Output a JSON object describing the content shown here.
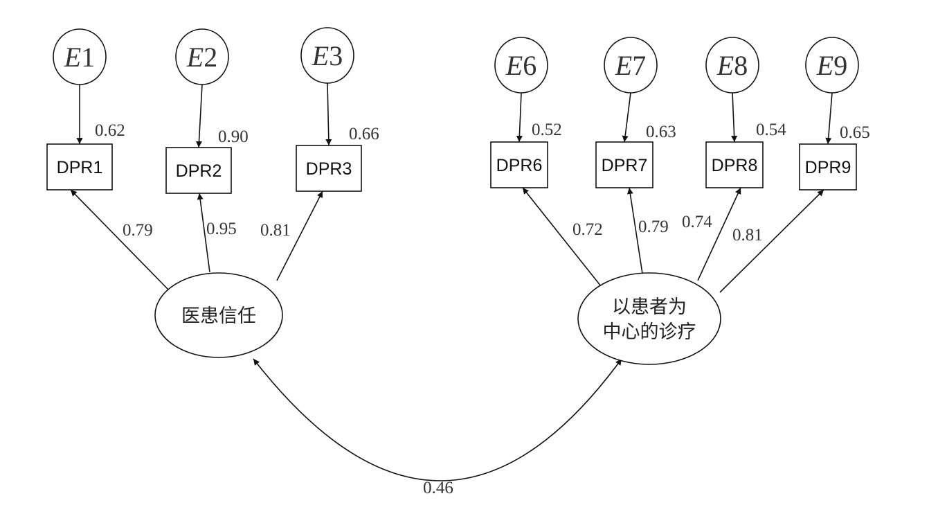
{
  "diagram": {
    "type": "structural-equation-model",
    "latents": [
      {
        "id": "L1",
        "lines": [
          "医患信任"
        ]
      },
      {
        "id": "L2",
        "lines": [
          "以患者为",
          "中心的诊疗"
        ]
      }
    ],
    "indicators": [
      {
        "id": "DPR1",
        "label": "DPR1",
        "error": "E",
        "error_num": "1",
        "error_coef": "0.62",
        "loading": "0.79",
        "latent": "L1"
      },
      {
        "id": "DPR2",
        "label": "DPR2",
        "error": "E",
        "error_num": "2",
        "error_coef": "0.90",
        "loading": "0.95",
        "latent": "L1"
      },
      {
        "id": "DPR3",
        "label": "DPR3",
        "error": "E",
        "error_num": "3",
        "error_coef": "0.66",
        "loading": "0.81",
        "latent": "L1"
      },
      {
        "id": "DPR6",
        "label": "DPR6",
        "error": "E",
        "error_num": "6",
        "error_coef": "0.52",
        "loading": "0.72",
        "latent": "L2"
      },
      {
        "id": "DPR7",
        "label": "DPR7",
        "error": "E",
        "error_num": "7",
        "error_coef": "0.63",
        "loading": "0.79",
        "latent": "L2"
      },
      {
        "id": "DPR8",
        "label": "DPR8",
        "error": "E",
        "error_num": "8",
        "error_coef": "0.54",
        "loading": "0.74",
        "latent": "L2"
      },
      {
        "id": "DPR9",
        "label": "DPR9",
        "error": "E",
        "error_num": "9",
        "error_coef": "0.65",
        "loading": "0.81",
        "latent": "L2"
      }
    ],
    "correlation": {
      "from": "L1",
      "to": "L2",
      "value": "0.46"
    }
  }
}
